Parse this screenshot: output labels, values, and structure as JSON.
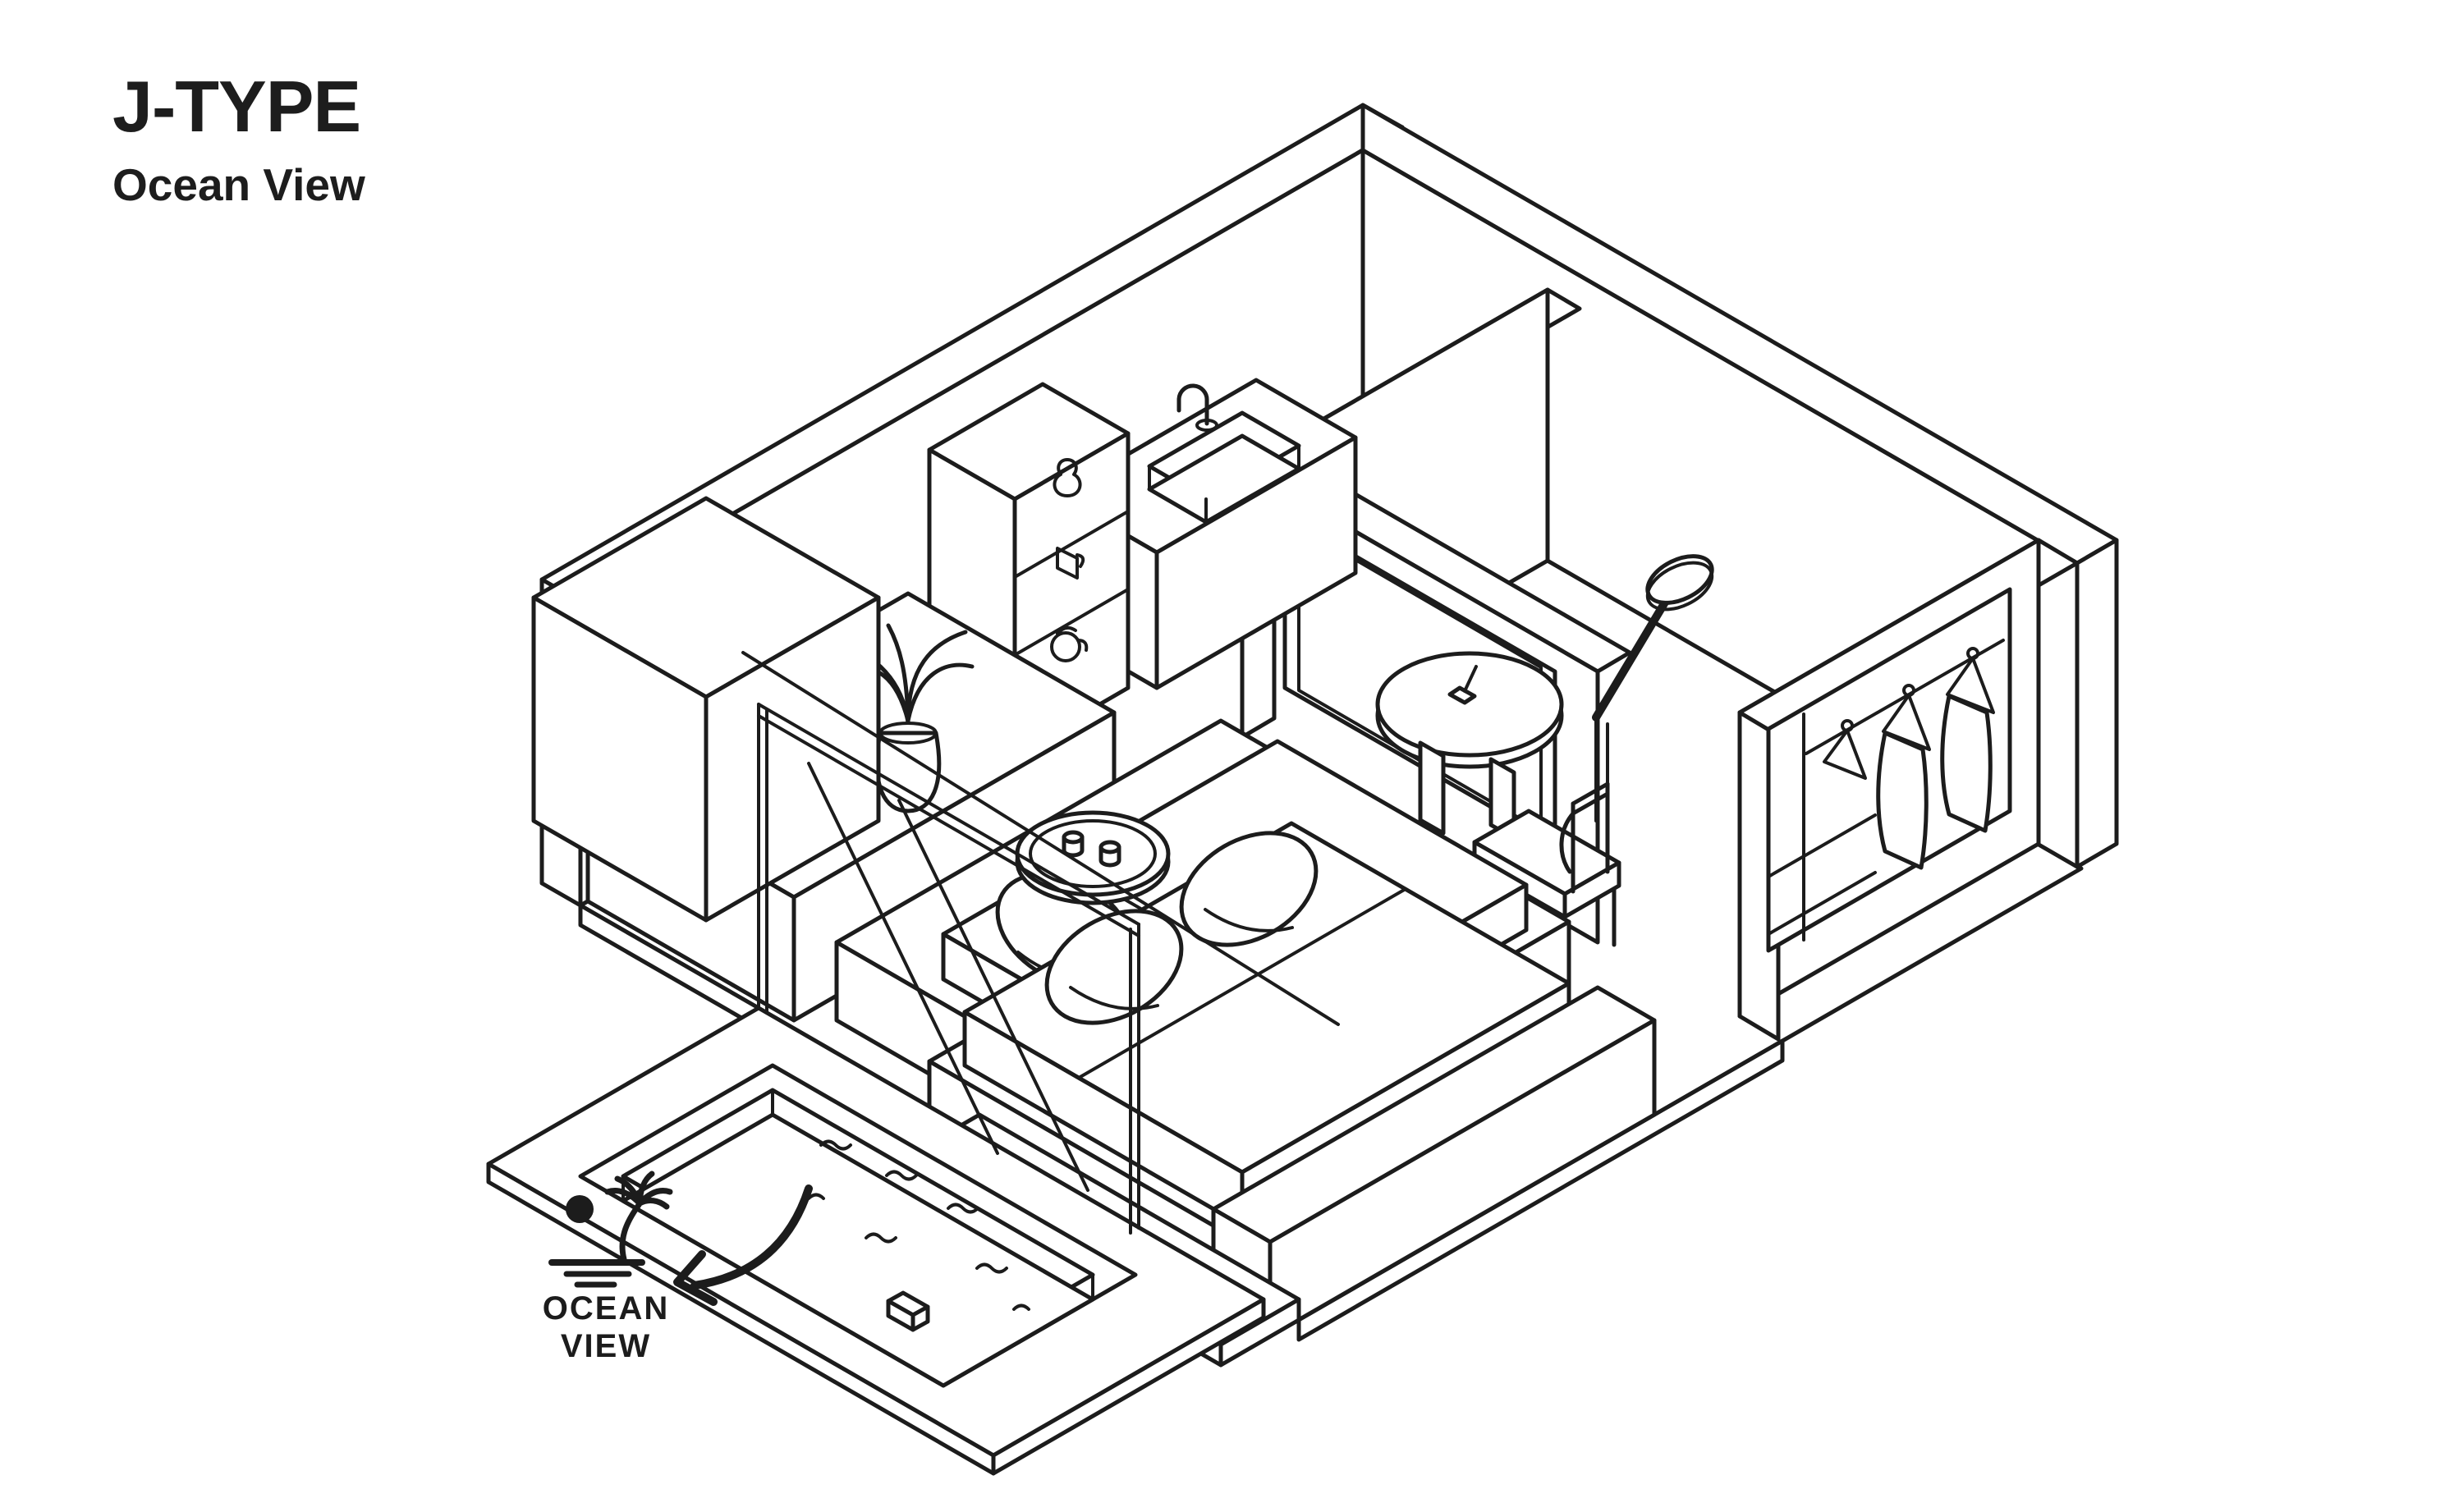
{
  "page": {
    "background": "#ffffff",
    "line_color": "#1c1c1c"
  },
  "header": {
    "title": "J-TYPE",
    "subtitle": "Ocean View"
  },
  "ocean_view_annotation": {
    "label_line_1": "OCEAN",
    "label_line_2": "VIEW",
    "icon": "sun-palm-ocean-icon",
    "arrow": "curved-arrow-pointing-to-window"
  },
  "illustration": {
    "type": "isometric-room-cutaway",
    "depicts": [
      "kitchen-counter-with-sink-and-faucet",
      "open-shelf-unit-with-vase-cup-kettle",
      "potted-plant-on-low-console",
      "wall-mounted-tv-on-partition",
      "bathroom-with-round-shower-head",
      "wardrobe-niche-with-rail-and-hangers",
      "platform-bed-with-round-tray-and-two-cups",
      "double-bed-with-pillows-and-foot-bench",
      "side-table-with-incense-and-chair",
      "floor-to-ceiling-glass-window",
      "outdoor-terrace-with-sunken-plunge-pool"
    ]
  }
}
